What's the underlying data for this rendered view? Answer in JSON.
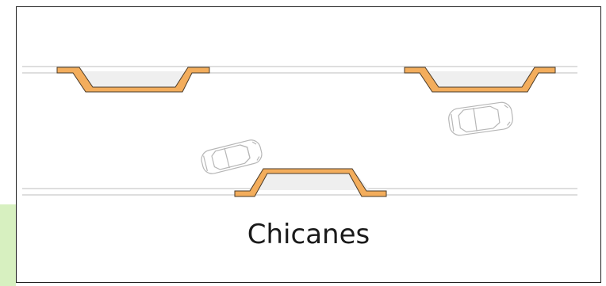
{
  "figure": {
    "caption": "Chicanes",
    "colors": {
      "curb_fill": "#f3ad5c",
      "curb_stroke": "#4a3a28",
      "island_fill": "#efefef",
      "road_line": "#d4d4d4",
      "car_outline": "#b7b7b7",
      "side_tab": "#d7f0c0",
      "frame_border": "#1e1e1e"
    },
    "elements": {
      "curb_extensions": [
        "upper-left",
        "upper-right",
        "lower-center"
      ],
      "cars": [
        "left-car",
        "right-car"
      ]
    }
  }
}
